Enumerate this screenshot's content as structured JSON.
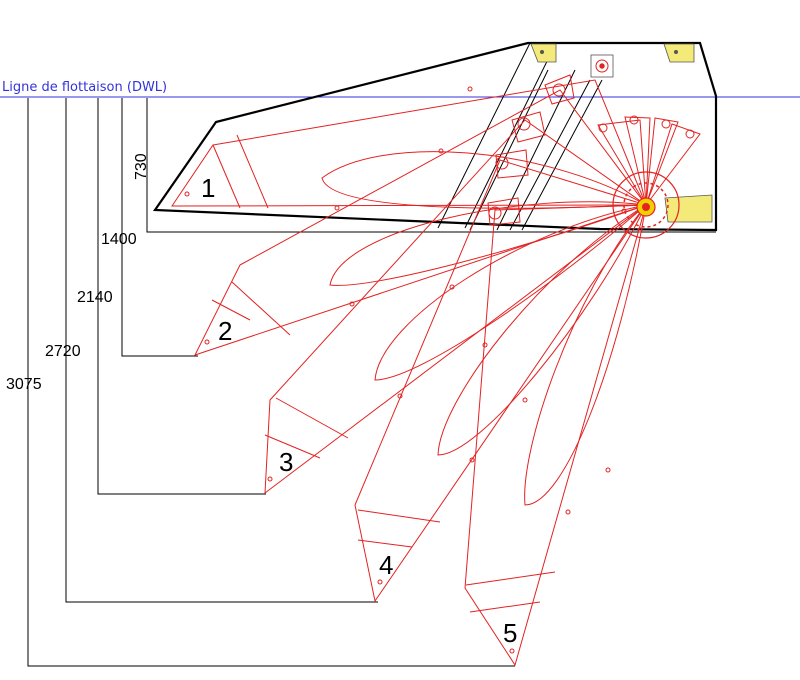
{
  "waterline": {
    "label": "Ligne de flottaison (DWL)"
  },
  "dimensions": [
    {
      "name": "730",
      "value": "730"
    },
    {
      "name": "1400",
      "value": "1400"
    },
    {
      "name": "2140",
      "value": "2140"
    },
    {
      "name": "2720",
      "value": "2720"
    },
    {
      "name": "3075",
      "value": "3075"
    }
  ],
  "positions": [
    "1",
    "2",
    "3",
    "4",
    "5"
  ],
  "colors": {
    "waterline": "#3333dd",
    "door_outline": "#e32222",
    "hull": "#000000",
    "fitting_fill": "#f3ea7a",
    "hinge_fill": "#f0d000"
  }
}
